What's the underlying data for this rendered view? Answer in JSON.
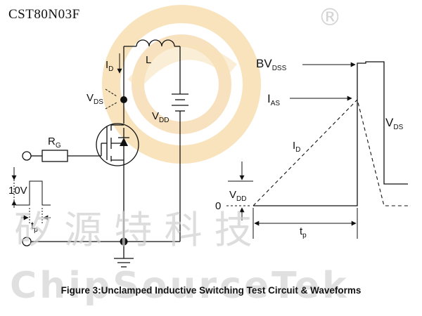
{
  "header": {
    "part_number": "CST80N03F",
    "registered_mark": "®"
  },
  "circuit": {
    "id_label": "I",
    "id_sub": "D",
    "inductor_label": "L",
    "vds_label": "V",
    "vds_sub": "DS",
    "vdd_label": "V",
    "vdd_sub": "DD",
    "rg_label": "R",
    "rg_sub": "G",
    "pulse_amplitude": "10V",
    "tp_label": "t",
    "tp_sub": "p"
  },
  "waveform": {
    "bvdss_label": "BV",
    "bvdss_sub": "DSS",
    "ias_label": "I",
    "ias_sub": "AS",
    "id_label": "I",
    "id_sub": "D",
    "vds_label": "V",
    "vds_sub": "DS",
    "vdd_label": "V",
    "vdd_sub": "DD",
    "zero_label": "0",
    "tp_label": "t",
    "tp_sub": "p"
  },
  "caption": "Figure 3:Unclamped Inductive Switching Test Circuit & Waveforms",
  "watermark": {
    "chinese": "矽 源 特 科 技",
    "english": "ChipSourceTek"
  },
  "colors": {
    "logo_outer": "#f6d9a6",
    "logo_inner": "#f3c98a",
    "line": "#111111"
  }
}
